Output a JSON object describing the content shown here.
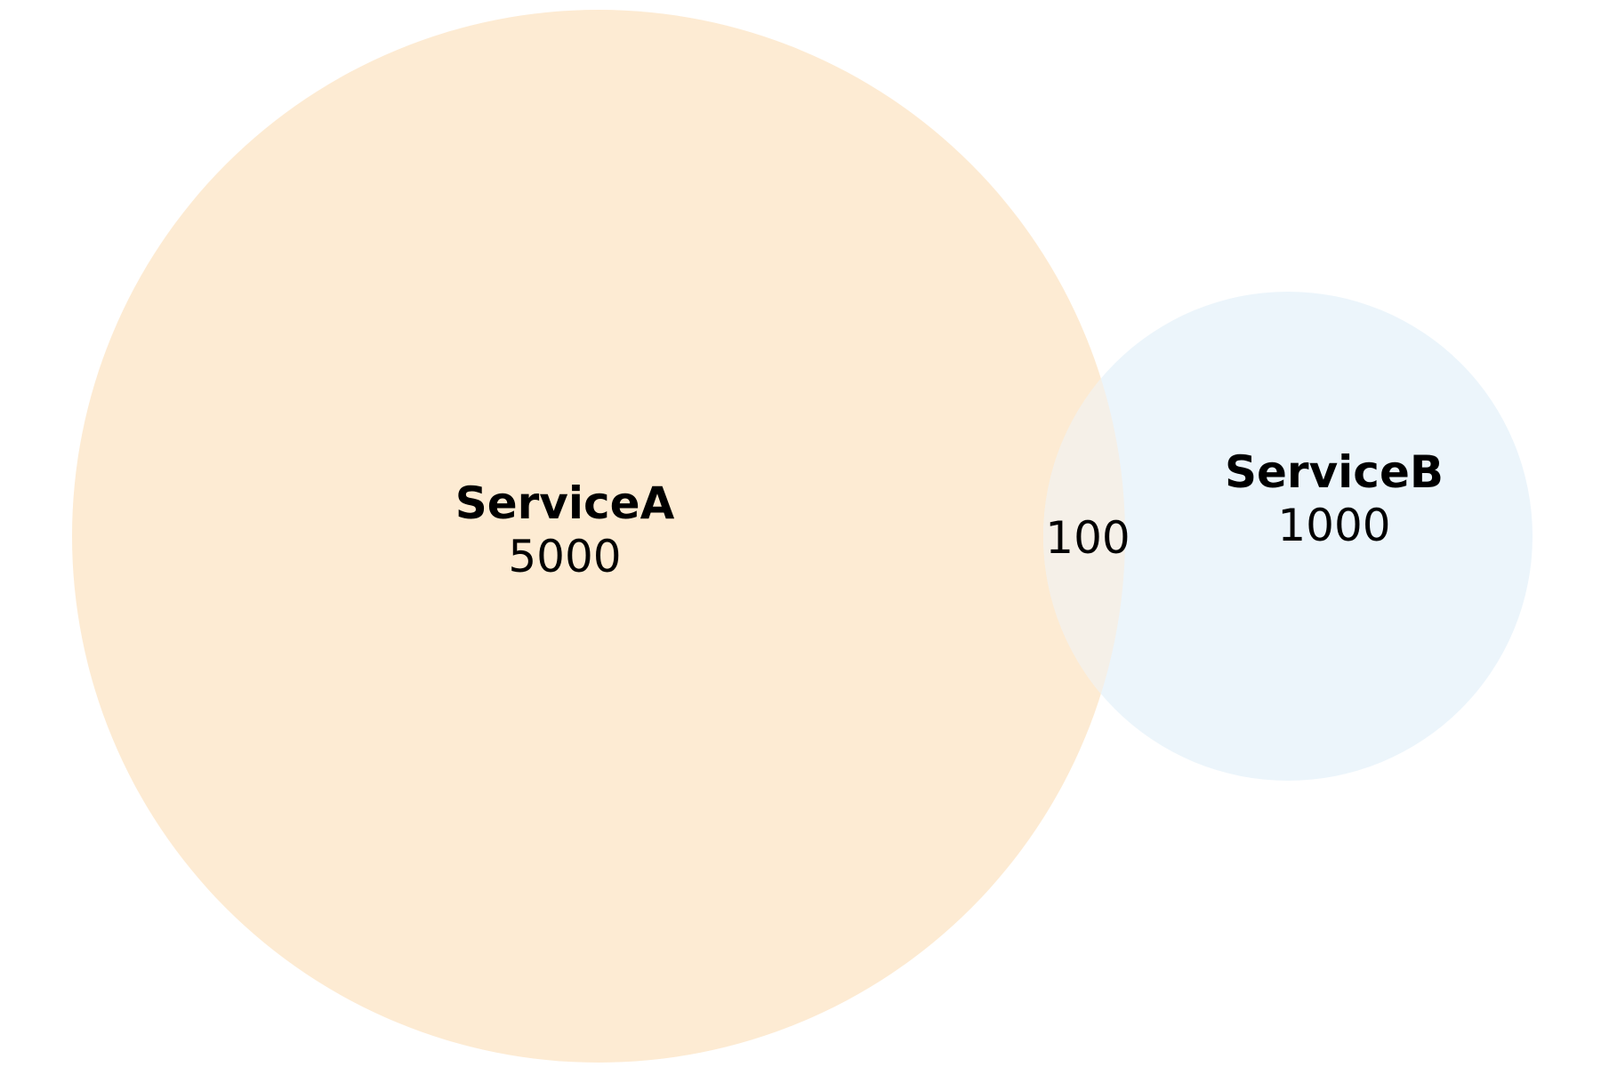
{
  "sets": [
    {
      "name": "ServiceA",
      "count": "5000",
      "color": "#fdebd3"
    },
    {
      "name": "ServiceB",
      "count": "1000",
      "color": "#ecf5fb"
    }
  ],
  "intersection": {
    "count": "100",
    "color": "#f5f0e8"
  }
}
